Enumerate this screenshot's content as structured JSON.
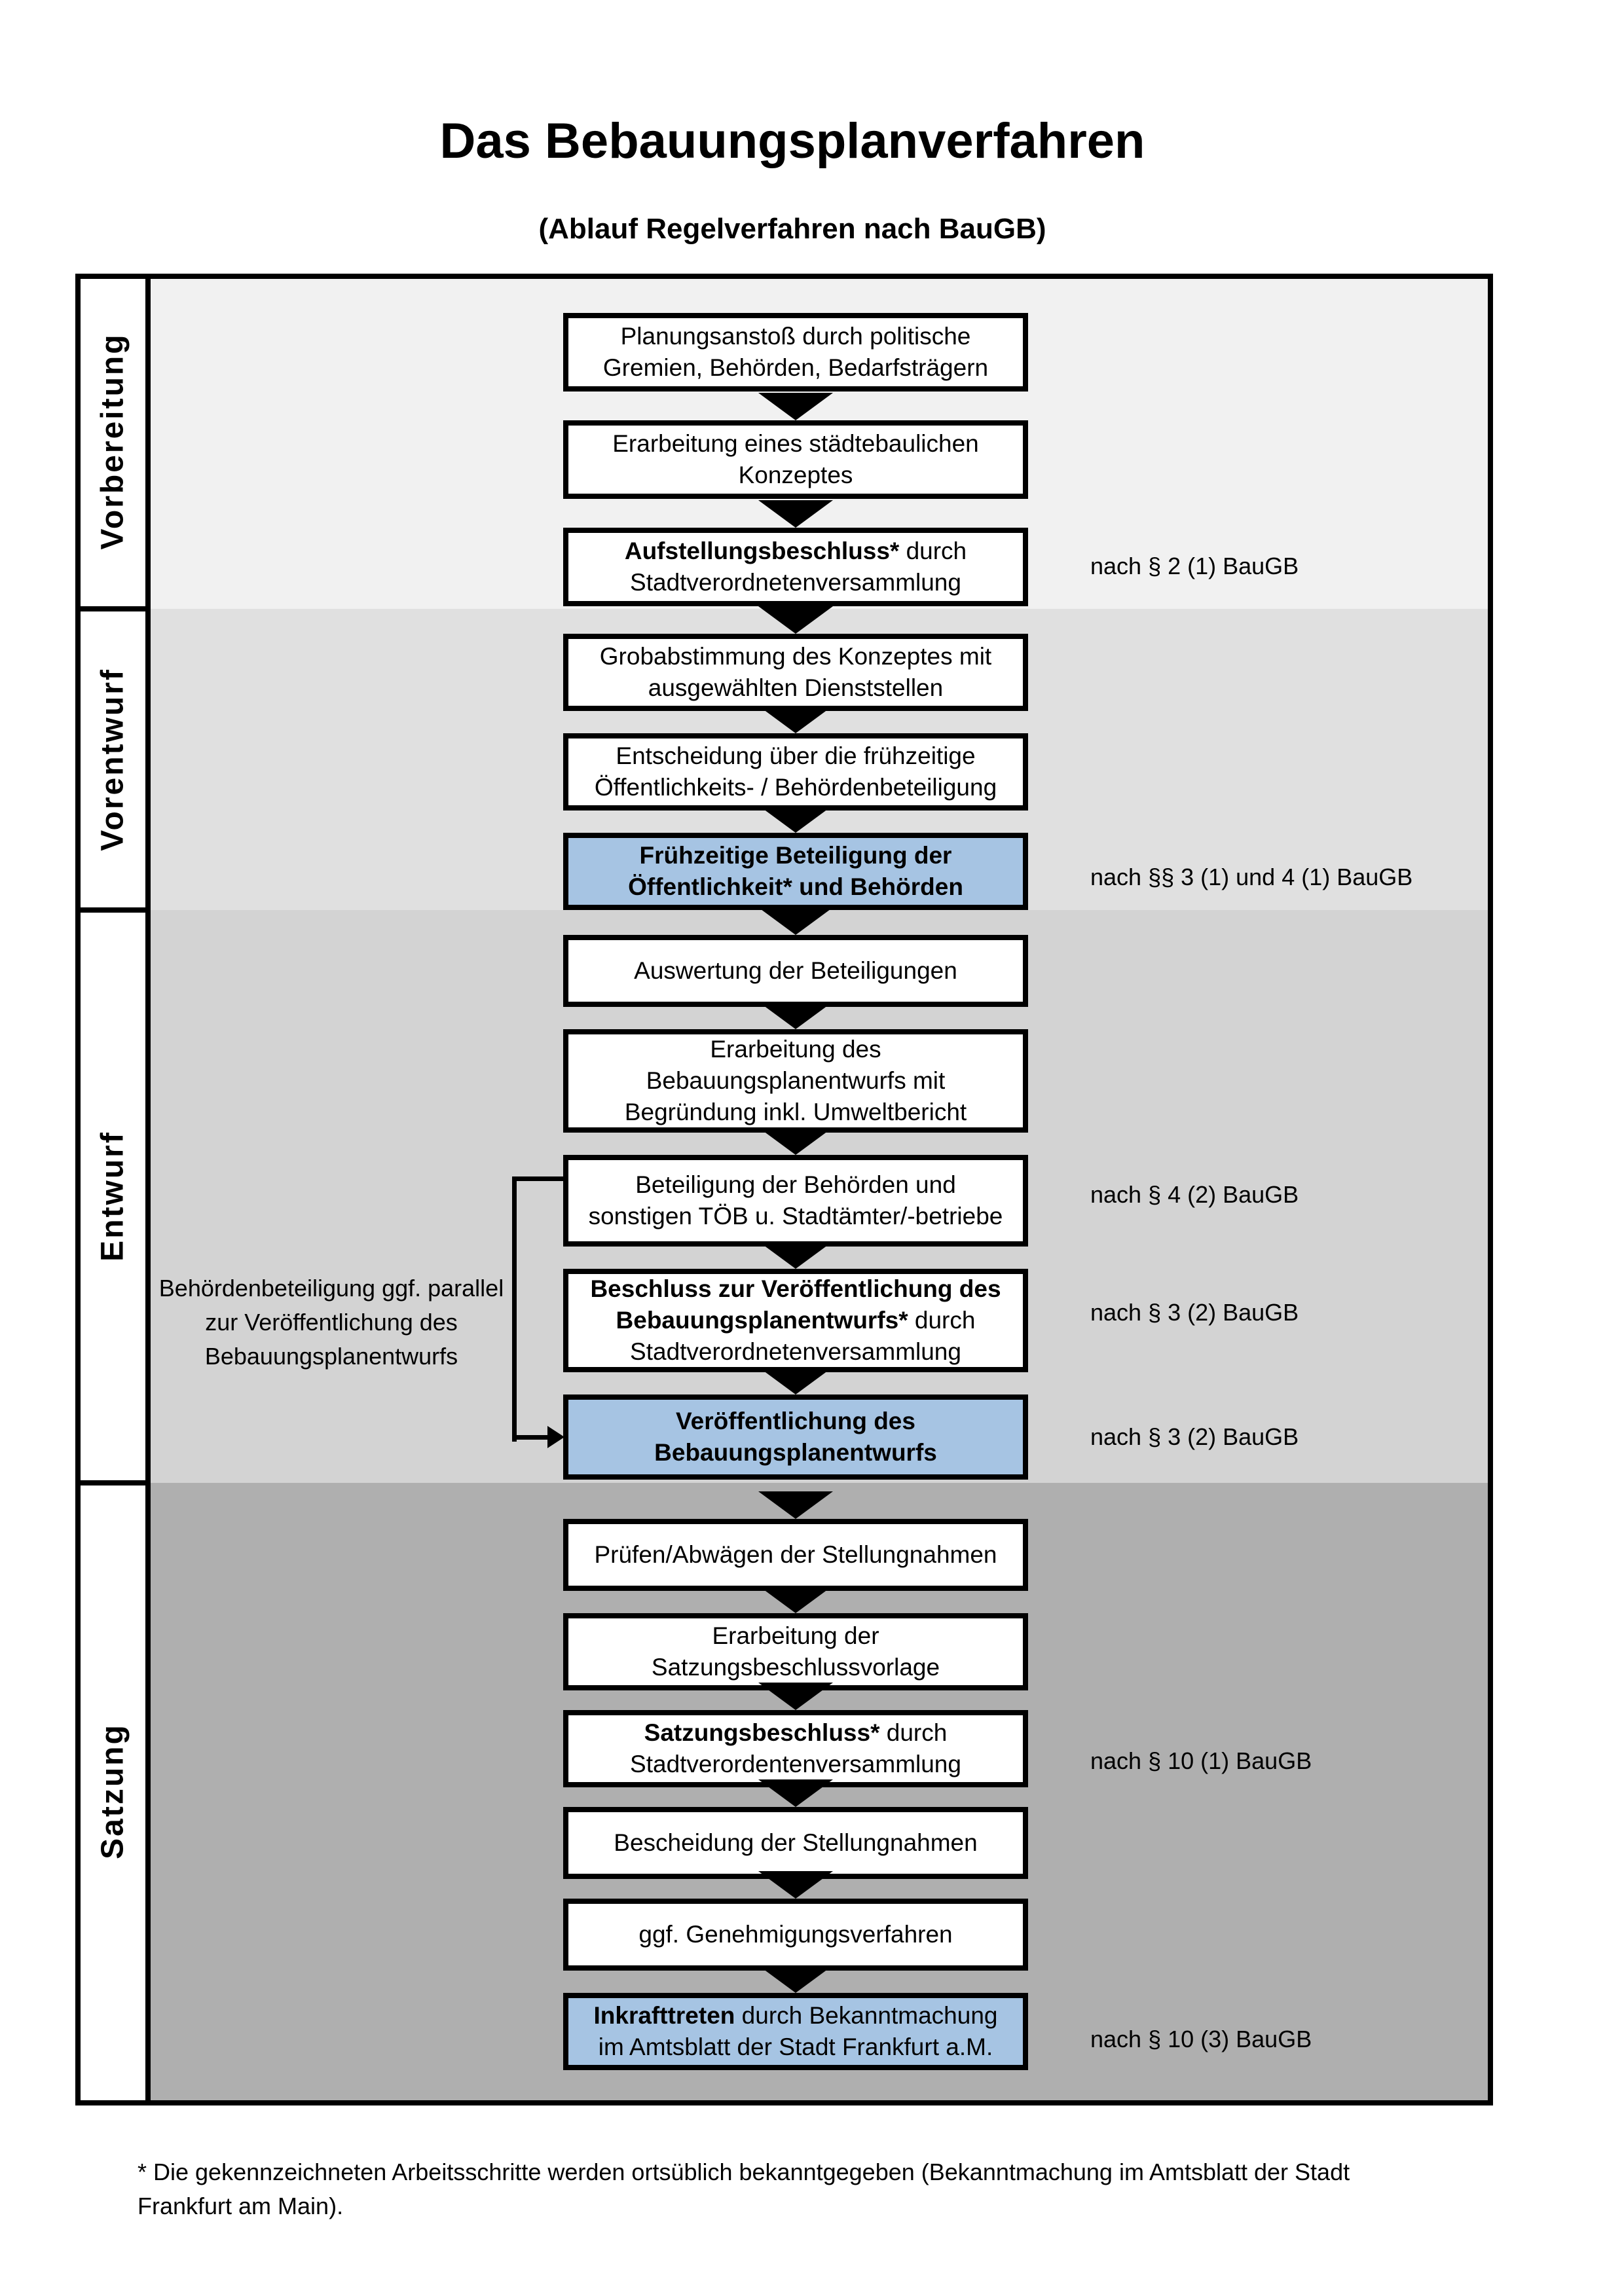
{
  "title": "Das Bebauungsplanverfahren",
  "subtitle": "(Ablauf Regelverfahren nach BauGB)",
  "lanes": [
    {
      "label": "Vorbereitung"
    },
    {
      "label": "Vorentwurf"
    },
    {
      "label": "Entwurf"
    },
    {
      "label": "Satzung"
    }
  ],
  "boxes": {
    "b1": {
      "l1": "Planungsanstoß durch politische",
      "l2": "Gremien, Behörden, Bedarfsträgern"
    },
    "b2": {
      "l1": "Erarbeitung eines städtebaulichen",
      "l2": "Konzeptes"
    },
    "b3": {
      "l1b": "Aufstellungsbeschluss*",
      "l1r": " durch",
      "l2": "Stadtverordnetenversammlung"
    },
    "b4": {
      "l1": "Grobabstimmung des Konzeptes mit",
      "l2": "ausgewählten Dienststellen"
    },
    "b5": {
      "l1": "Entscheidung über die frühzeitige",
      "l2": "Öffentlichkeits- / Behördenbeteiligung"
    },
    "b6": {
      "l1": "Frühzeitige Beteiligung der",
      "l2": "Öffentlichkeit* und Behörden"
    },
    "b7": {
      "l1": "Auswertung der Beteiligungen"
    },
    "b8": {
      "l1": "Erarbeitung des",
      "l2": "Bebauungsplanentwurfs mit",
      "l3": "Begründung inkl. Umweltbericht"
    },
    "b9": {
      "l1": "Beteiligung der Behörden und",
      "l2": "sonstigen TÖB u. Stadtämter/-betriebe"
    },
    "b10": {
      "l1b": "Beschluss zur Veröffentlichung des",
      "l2b": "Bebauungsplanentwurfs*",
      "l2r": " durch",
      "l3": "Stadtverordnetenversammlung"
    },
    "b11": {
      "l1": "Veröffentlichung des",
      "l2": "Bebauungsplanentwurfs"
    },
    "b12": {
      "l1": "Prüfen/Abwägen der Stellungnahmen"
    },
    "b13": {
      "l1": "Erarbeitung der",
      "l2": "Satzungsbeschlussvorlage"
    },
    "b14": {
      "l1b": "Satzungsbeschluss*",
      "l1r": " durch",
      "l2": "Stadtverordentenversammlung"
    },
    "b15": {
      "l1": "Bescheidung der Stellungnahmen"
    },
    "b16": {
      "l1": "ggf. Genehmigungsverfahren"
    },
    "b17": {
      "l1b": "Inkrafttreten",
      "l1r": " durch Bekanntmachung",
      "l2": "im Amtsblatt der Stadt Frankfurt a.M."
    }
  },
  "side_note": {
    "l1": "Behördenbeteiligung",
    "l2": "ggf. parallel zur",
    "l3": "Veröffentlichung des",
    "l4": "Bebauungsplanentwurfs"
  },
  "annotations": [
    "nach § 2 (1) BauGB",
    "nach §§ 3 (1) und 4 (1) BauGB",
    "nach § 4 (2) BauGB",
    "nach § 3 (2) BauGB",
    "nach § 3 (2) BauGB",
    "nach § 10 (1) BauGB",
    "nach § 10 (3) BauGB"
  ],
  "footnote": {
    "l1": "* Die gekennzeichneten Arbeitsschritte werden ortsüblich bekanntgegeben (Bekanntmachung im Amtsblatt  der Stadt",
    "l2": "Frankfurt am Main)."
  },
  "colors": {
    "highlight_box": "#A6C4E3",
    "lane1_bg": "#F1F1F1",
    "lane2_bg": "#E0E0E0",
    "lane3_bg": "#D3D3D3",
    "lane4_bg": "#AFAFAF",
    "line": "#000000"
  }
}
